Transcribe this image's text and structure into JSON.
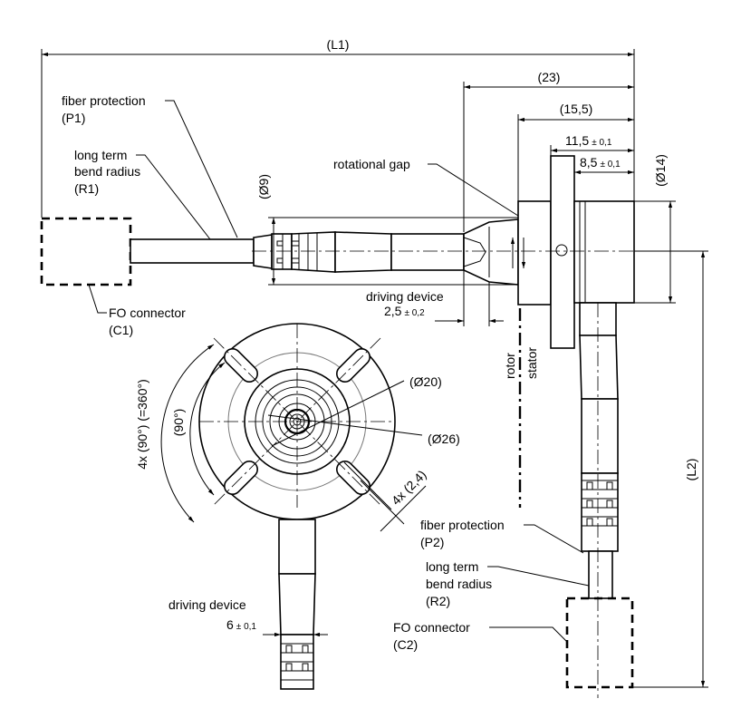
{
  "labels": {
    "L1": "(L1)",
    "d23": "(23)",
    "d15_5": "(15,5)",
    "d11_5_main": "11,5",
    "d11_5_tol": "± 0,1",
    "d8_5_main": "8,5",
    "d8_5_tol": "± 0,1",
    "d14": "(Ø14)",
    "d9": "(Ø9)",
    "fiber_protection_p1": "fiber protection",
    "p1": "(P1)",
    "bend_radius_r1_line1": "long term",
    "bend_radius_r1_line2": "bend radius",
    "r1": "(R1)",
    "rotational_gap": "rotational gap",
    "driving_device_top": "driving device",
    "d2_5_main": "2,5",
    "d2_5_tol": "± 0,2",
    "fo_connector_c1": "FO connector",
    "c1": "(C1)",
    "rotor": "rotor",
    "stator": "stator",
    "d20": "(Ø20)",
    "d26": "(Ø26)",
    "angle_4x90": "4x (90°) (=360°)",
    "angle_90": "(90°)",
    "width_4x2_4": "4x (2,4)",
    "L2": "(L2)",
    "fiber_protection_p2": "fiber protection",
    "p2": "(P2)",
    "bend_radius_r2_line1": "long term",
    "bend_radius_r2_line2": "bend radius",
    "r2": "(R2)",
    "driving_device_bottom": "driving device",
    "d6_main": "6",
    "d6_tol": "± 0,1",
    "fo_connector_c2": "FO connector",
    "c2": "(C2)"
  }
}
